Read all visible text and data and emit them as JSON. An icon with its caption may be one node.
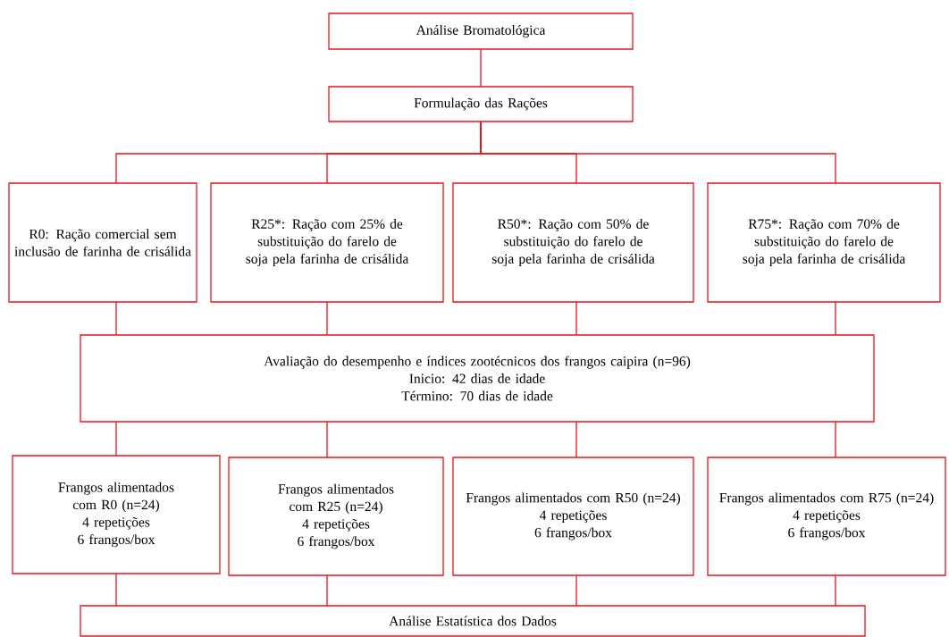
{
  "diagram": {
    "nodes": [
      {
        "text": [
          "Análise Bromatológica"
        ]
      },
      {
        "text": [
          "Formulação das Rações"
        ]
      },
      {
        "text": [
          "R0: Ração comercial sem inclusão de farinha de crisálida"
        ]
      },
      {
        "text": [
          "R25*: Ração com 25% de substituição do farelo de soja pela farinha de crisálida"
        ]
      },
      {
        "text": [
          "R50*: Ração com 50% de substituição do farelo de soja pela farinha de crisálida"
        ]
      },
      {
        "text": [
          "R75*: Ração com 70% de substituição do farelo de soja pela farinha de crisálida"
        ]
      },
      {
        "text": [
          "Avaliação do desempenho e índices zootécnicos dos frangos caipira  (n=96)",
          "Inicio: 42 dias de idade",
          "Término: 70 dias de idade"
        ]
      },
      {
        "text": [
          "Frangos alimentados com R0 (n=24)",
          "4 repetições",
          "6 frangos/box"
        ]
      },
      {
        "text": [
          "Frangos alimentados com R25 (n=24)",
          "4 repetições",
          "6 frangos/box"
        ]
      },
      {
        "text": [
          "Frangos alimentados com R50 (n=24)",
          "4 repetições",
          "6 frangos/box"
        ]
      },
      {
        "text": [
          "Frangos alimentados com R75 (n=24)",
          "4 repetições",
          "6 frangos/box"
        ]
      },
      {
        "text": [
          "Análise Estatística dos Dados"
        ]
      }
    ],
    "edges": [
      {
        "from": 0,
        "to": 1,
        "arrow": "none"
      },
      {
        "from": 1,
        "to": 2,
        "arrow": "none"
      },
      {
        "from": 1,
        "to": 3,
        "arrow": "none"
      },
      {
        "from": 1,
        "to": 4,
        "arrow": "none"
      },
      {
        "from": 1,
        "to": 5,
        "arrow": "none"
      },
      {
        "from": 2,
        "to": 6,
        "arrow": "none"
      },
      {
        "from": 3,
        "to": 6,
        "arrow": "none"
      },
      {
        "from": 4,
        "to": 6,
        "arrow": "none"
      },
      {
        "from": 5,
        "to": 6,
        "arrow": "none"
      },
      {
        "from": 6,
        "to": 7,
        "arrow": "none"
      },
      {
        "from": 6,
        "to": 8,
        "arrow": "none"
      },
      {
        "from": 6,
        "to": 9,
        "arrow": "none"
      },
      {
        "from": 6,
        "to": 10,
        "arrow": "none"
      },
      {
        "from": 7,
        "to": 11,
        "arrow": "none"
      },
      {
        "from": 8,
        "to": 11,
        "arrow": "none"
      },
      {
        "from": 9,
        "to": 11,
        "arrow": "none"
      },
      {
        "from": 10,
        "to": 11,
        "arrow": "none"
      }
    ]
  }
}
